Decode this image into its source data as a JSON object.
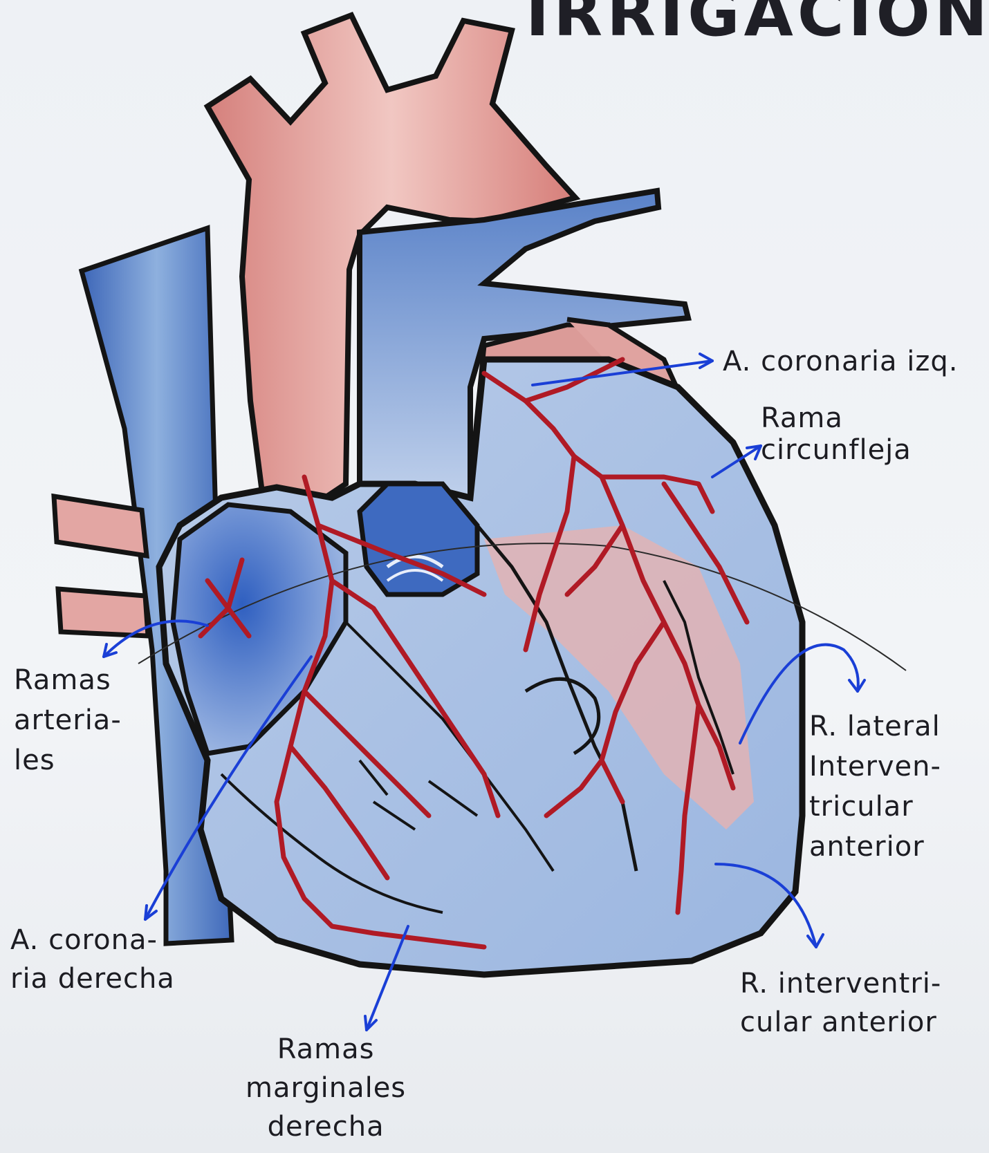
{
  "title": "IRRIGACION",
  "labels": {
    "coronaria_izq": "A. coronaria izq.",
    "rama_circunfleja": [
      "Rama",
      "circunfleja"
    ],
    "ramas_arteriales": [
      "Ramas",
      "arteria-",
      "les"
    ],
    "lateral_interventricular": [
      "R. lateral",
      "Interven-",
      "tricular",
      "anterior"
    ],
    "coronaria_derecha": [
      "A. corona-",
      "ria derecha"
    ],
    "interventricular_anterior": [
      "R. interventri-",
      "cular anterior"
    ],
    "ramas_marginales": [
      "Ramas",
      "marginales",
      "derecha"
    ]
  },
  "colors": {
    "artery_red": "#b01a25",
    "aorta_red": "#d98a86",
    "vein_blue": "#4f78c4",
    "arrow_blue": "#1a3fd6",
    "outline": "#141414"
  }
}
